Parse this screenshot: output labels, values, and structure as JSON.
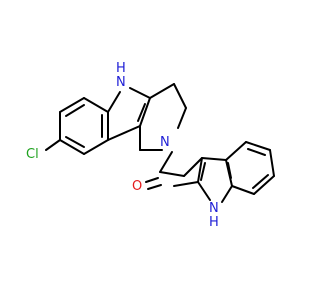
{
  "atoms": {
    "cl": "Cl",
    "nh_top": "H",
    "n_top": "N",
    "n_mid": "N",
    "o": "O",
    "n_ind": "N",
    "h_ind": "H"
  },
  "colors": {
    "bond": "#000000",
    "nitrogen": "#1f1fd6",
    "oxygen": "#e41a1c",
    "chlorine": "#1fa21f"
  }
}
